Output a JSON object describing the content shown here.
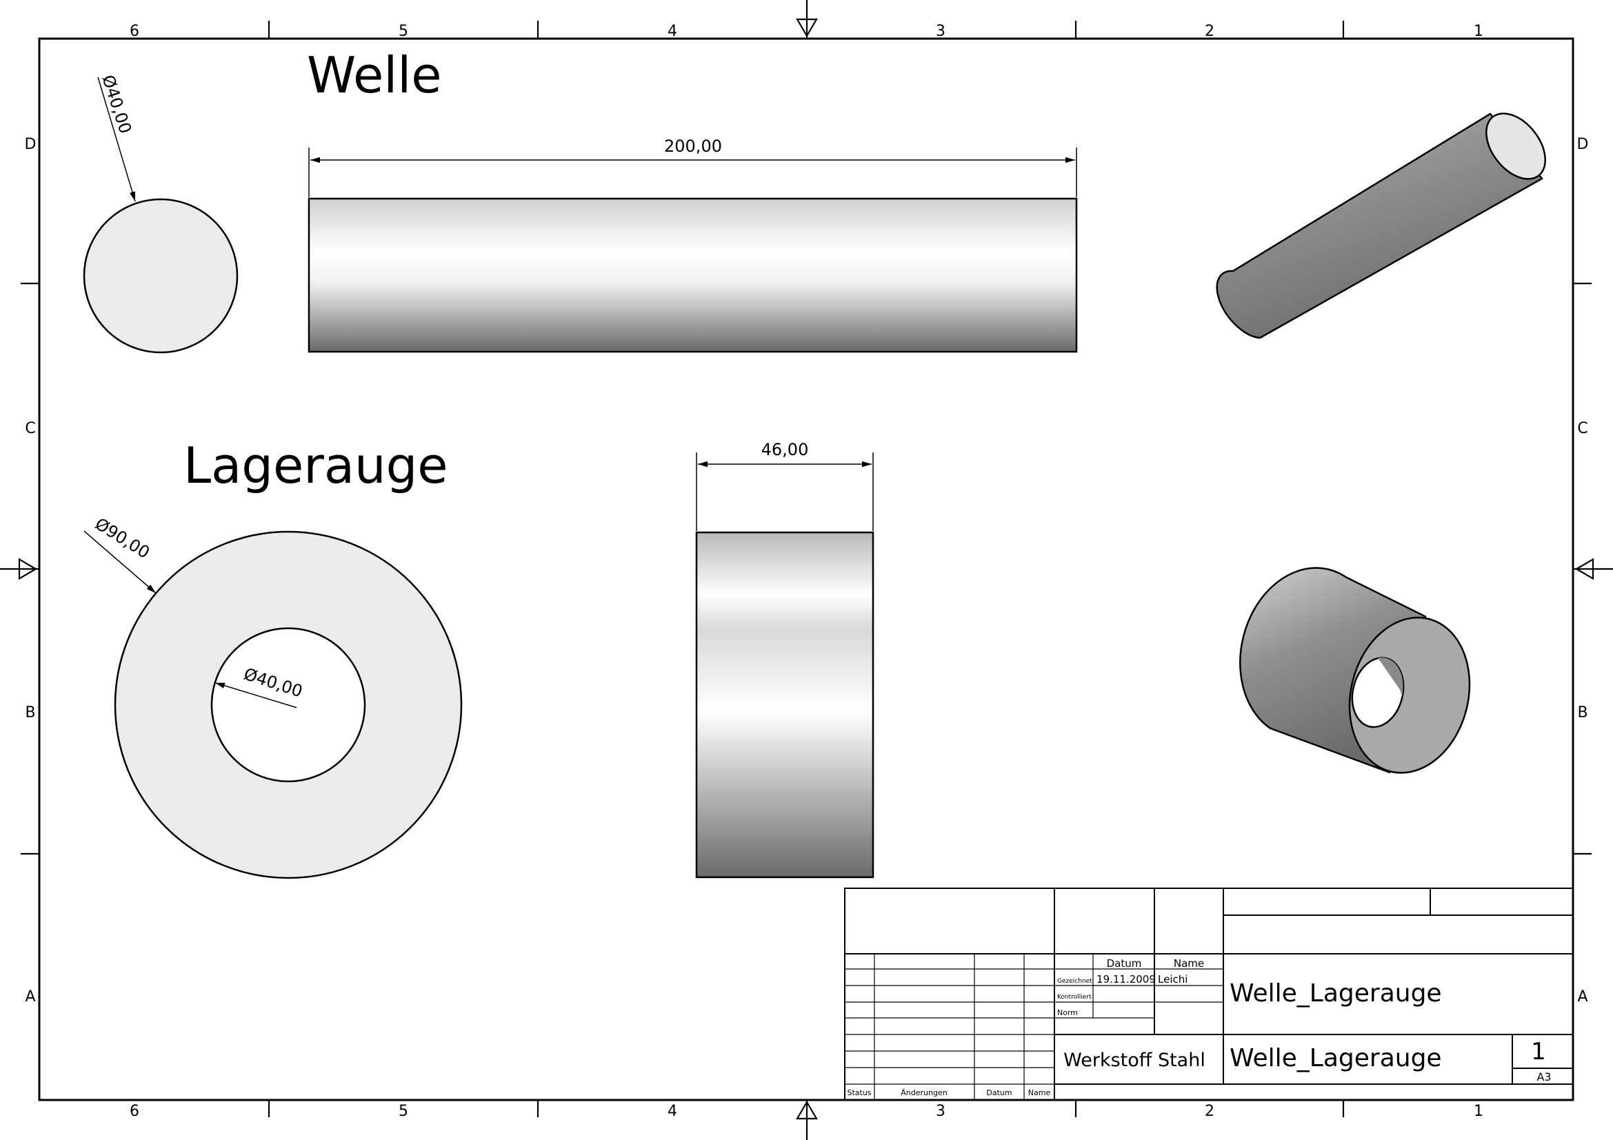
{
  "sheet": {
    "zone_columns": [
      "6",
      "5",
      "4",
      "3",
      "2",
      "1"
    ],
    "zone_rows": [
      "D",
      "C",
      "B",
      "A"
    ]
  },
  "welle": {
    "title": "Welle",
    "dim_diameter": "Ø40,00",
    "dim_length": "200,00"
  },
  "lagerauge": {
    "title": "Lagerauge",
    "dim_outer_diameter": "Ø90,00",
    "dim_inner_diameter": "Ø40,00",
    "dim_width": "46,00"
  },
  "title_block": {
    "col_datum": "Datum",
    "col_name": "Name",
    "row_gezeichnet": "Gezeichnet",
    "row_kontrolliert": "Kontrolliert",
    "row_norm": "Norm",
    "gezeichnet_datum": "19.11.2009",
    "gezeichnet_name": "Leichi",
    "material": "Werkstoff Stahl",
    "title": "Welle_Lagerauge",
    "drawing_number": "Welle_Lagerauge",
    "sheet_number": "1",
    "format": "A3",
    "rev_status": "Status",
    "rev_aenderungen": "Änderungen",
    "rev_datum": "Datum",
    "rev_name": "Name"
  },
  "colors": {
    "line": "#000000",
    "face_light": "#ebebeb",
    "shade_dark": "#6a6a6a",
    "shade_mid": "#a8a8a8",
    "highlight": "#ffffff"
  }
}
